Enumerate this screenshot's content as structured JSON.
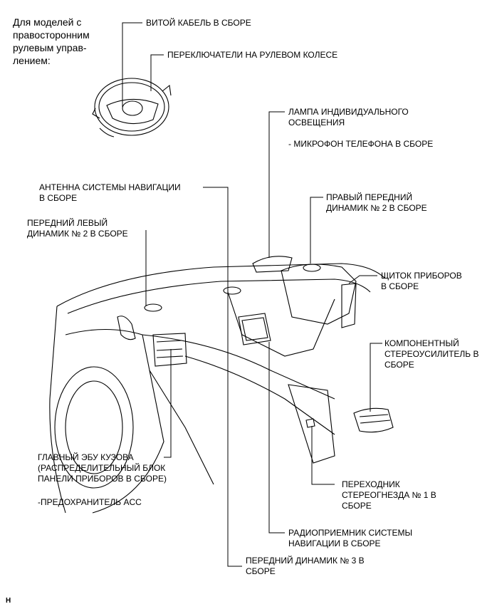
{
  "heading": "Для моделей с\nправосторонним\nрулевым управ-\nлением:",
  "labels": {
    "spiral_cable": "ВИТОЙ КАБЕЛЬ В СБОРЕ",
    "steering_switches": "ПЕРЕКЛЮЧАТЕЛИ НА РУЛЕВОМ КОЛЕСЕ",
    "map_light": "ЛАМПА ИНДИВИДУАЛЬНОГО\nОСВЕЩЕНИЯ",
    "telephone_mic": "- МИКРОФОН ТЕЛЕФОНА В СБОРЕ",
    "nav_antenna": "АНТЕННА СИСТЕМЫ НАВИГАЦИИ\nВ СБОРЕ",
    "front_right_speaker": "ПРАВЫЙ ПЕРЕДНИЙ\nДИНАМИК № 2 В СБОРЕ",
    "front_left_speaker": "ПЕРЕДНИЙ ЛЕВЫЙ\nДИНАМИК № 2 В СБОРЕ",
    "instrument_panel": "ЩИТОК ПРИБОРОВ\nВ СБОРЕ",
    "stereo_amplifier": "КОМПОНЕНТНЫЙ\nСТЕРЕОУСИЛИТЕЛЬ В\nСБОРЕ",
    "main_body_ecu": "ГЛАВНЫЙ ЭБУ КУЗОВА\n(РАСПРЕДЕЛИТЕЛЬНЫЙ БЛОК\nПАНЕЛИ ПРИБОРОВ В СБОРЕ)",
    "acc_fuse": "-ПРЕДОХРАНИТЕЛЬ ACC",
    "stereo_jack_adapter": "ПЕРЕХОДНИК\nСТЕРЕОГНЕЗДА № 1 В\nСБОРЕ",
    "nav_receiver": "РАДИОПРИЕМНИК СИСТЕМЫ\nНАВИГАЦИИ В СБОРЕ",
    "front_speaker_3": "ПЕРЕДНИЙ ДИНАМИК № 3 В\nСБОРЕ"
  },
  "figure_code": "H"
}
